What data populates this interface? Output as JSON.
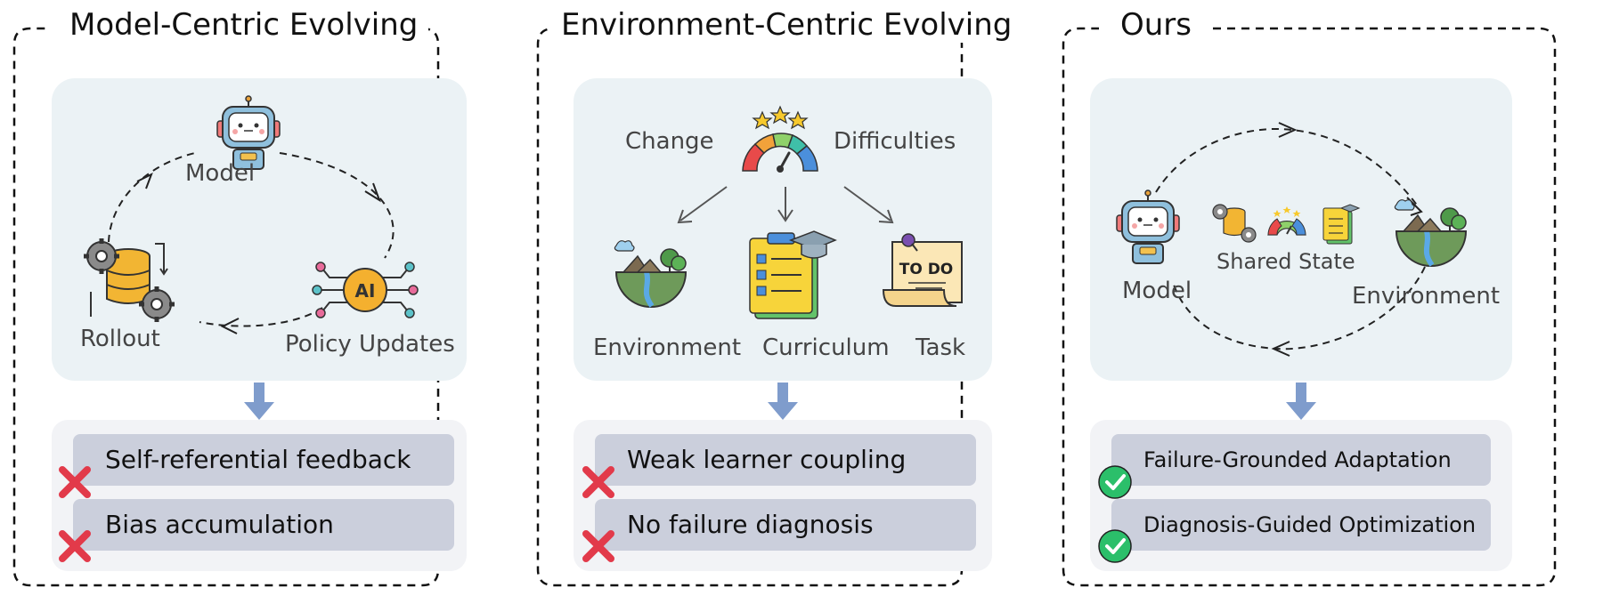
{
  "panels": [
    {
      "title": "Model-Centric Evolving",
      "labels": {
        "model": "Model",
        "rollout": "Rollout",
        "policy": "Policy Updates"
      },
      "items": [
        "Self-referential feedback",
        "Bias accumulation"
      ],
      "item_status": "cross"
    },
    {
      "title": "Environment-Centric Evolving",
      "labels": {
        "change": "Change",
        "difficulties": "Difficulties",
        "environment": "Environment",
        "curriculum": "Curriculum",
        "task": "Task"
      },
      "icon_text": {
        "ai": "AI",
        "todo": "TO DO"
      },
      "items": [
        "Weak learner coupling",
        "No failure diagnosis"
      ],
      "item_status": "cross"
    },
    {
      "title": "Ours",
      "labels": {
        "model": "Model",
        "shared_state": "Shared State",
        "environment": "Environment"
      },
      "items": [
        "Failure-Grounded Adaptation",
        "Diagnosis-Guided Optimization"
      ],
      "item_status": "check"
    }
  ],
  "colors": {
    "upper_box": "#ebf2f5",
    "lower_box": "#f2f3f6",
    "item_bar": "#cbcfdc",
    "arrow_blue": "#7f9ccc",
    "cross_red": "#e23a4a",
    "check_green": "#2bbf6a"
  }
}
